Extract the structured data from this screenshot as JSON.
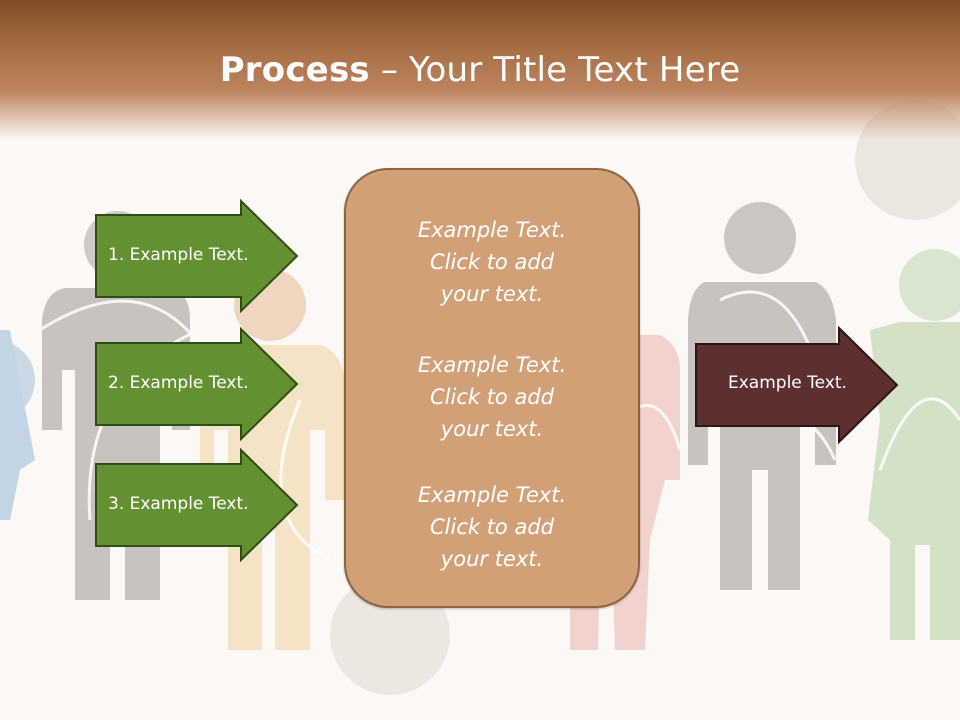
{
  "title": {
    "bold": "Process",
    "rest": " – Your Title Text Here"
  },
  "steps": [
    {
      "label": "1. Example Text."
    },
    {
      "label": "2. Example Text."
    },
    {
      "label": "3. Example Text."
    }
  ],
  "center": {
    "paragraphs": [
      {
        "l1": "Example Text.",
        "l2": "Click  to add",
        "l3": "your text."
      },
      {
        "l1": "Example Text.",
        "l2": "Click  to add",
        "l3": "your text."
      },
      {
        "l1": "Example Text.",
        "l2": "Click  to add",
        "l3": "your text."
      }
    ]
  },
  "output": {
    "label": "Example Text."
  },
  "colors": {
    "header": "#a86e45",
    "step": "#639030",
    "center": "#d2a077",
    "output": "#5d2f2e"
  }
}
